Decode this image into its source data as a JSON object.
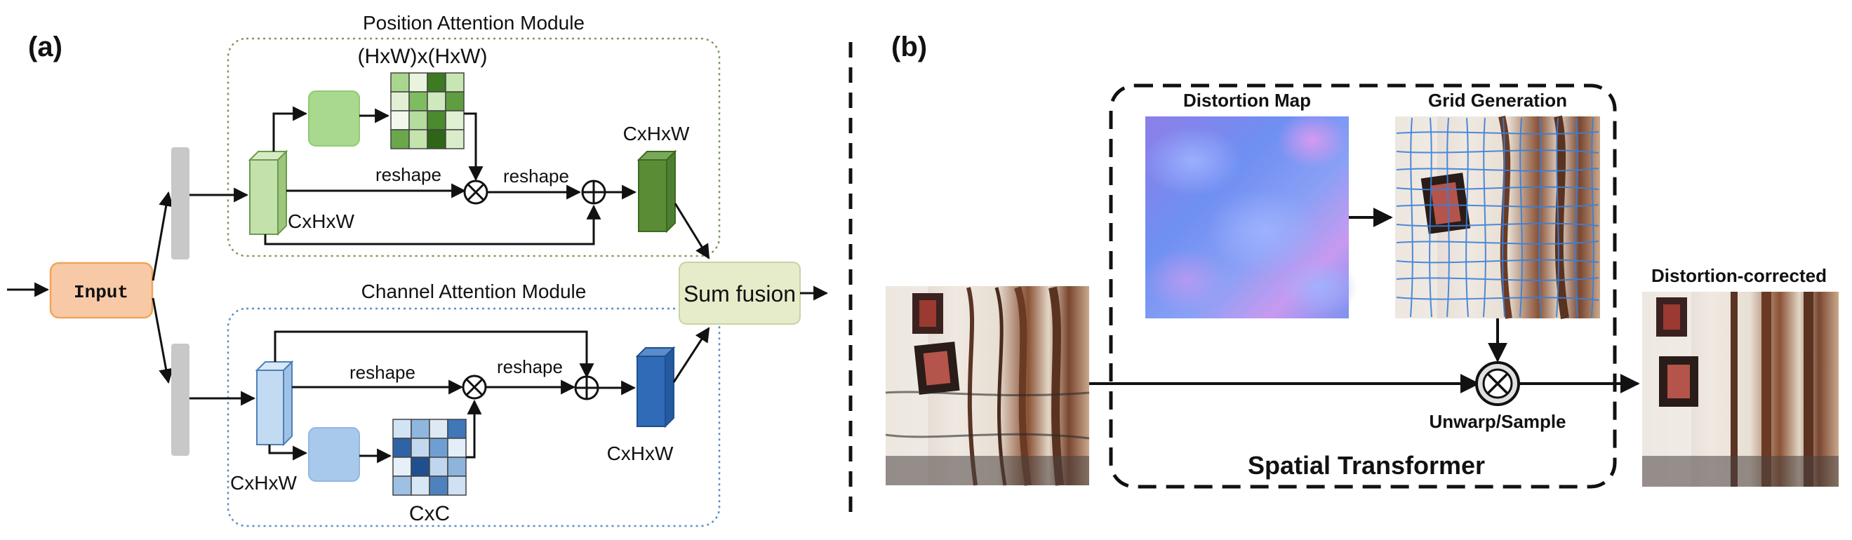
{
  "panel_a": {
    "label": "(a)",
    "input_label": "Input",
    "pam": {
      "title": "Position Attention Module",
      "matrix_label": "(HxW)x(HxW)",
      "feature_label": "CxHxW",
      "reshape_1": "reshape",
      "reshape_2": "reshape",
      "output_label": "CxHxW"
    },
    "cam": {
      "title": "Channel Attention Module",
      "feature_label": "CxHxW",
      "reshape_1": "reshape",
      "reshape_2": "reshape",
      "matrix_label": "CxC",
      "output_label": "CxHxW"
    },
    "sum_fusion": "Sum fusion"
  },
  "panel_b": {
    "label": "(b)",
    "distortion_map": "Distortion Map",
    "grid_generation": "Grid Generation",
    "unwarp_sample": "Unwarp/Sample",
    "spatial_transformer": "Spatial Transformer",
    "distortion_corrected": "Distortion-corrected"
  },
  "colors": {
    "pam_green_dark": "#4a7a2a",
    "pam_green_light": "#b9dca0",
    "cam_blue_dark": "#2f66ad",
    "cam_blue_light": "#bcd6ee",
    "input_fill": "#f8c9a6",
    "sum_fill": "#e6ecc9"
  }
}
